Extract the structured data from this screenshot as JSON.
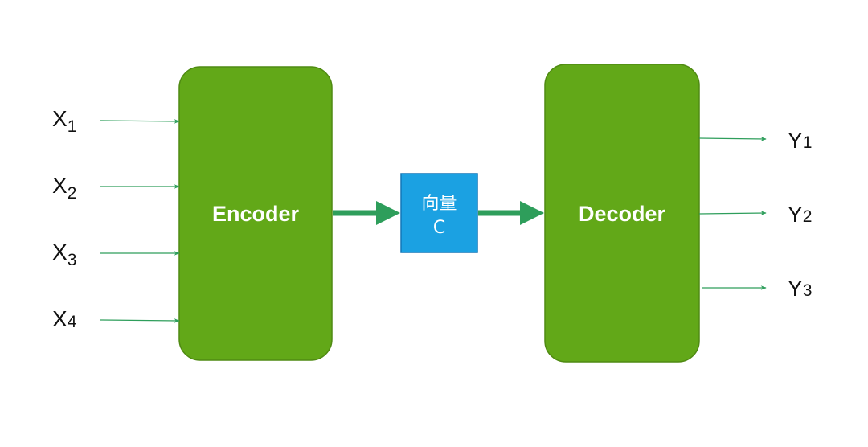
{
  "encoder": {
    "label": "Encoder"
  },
  "decoder": {
    "label": "Decoder"
  },
  "vector": {
    "line1": "向量",
    "line2": "C"
  },
  "inputs": [
    {
      "base": "X",
      "sub": "1"
    },
    {
      "base": "X",
      "sub": "2"
    },
    {
      "base": "X",
      "sub": "3"
    },
    {
      "base": "X",
      "sub": "4"
    }
  ],
  "outputs": [
    {
      "base": "Y",
      "sub": "1"
    },
    {
      "base": "Y",
      "sub": "2"
    },
    {
      "base": "Y",
      "sub": "3"
    }
  ],
  "colors": {
    "block_fill": "#62a818",
    "block_stroke": "#4f8a12",
    "vector_fill": "#1ba1e2",
    "vector_stroke": "#1177b8",
    "thin_arrow": "#2e9e5b",
    "thick_arrow": "#2e9e5b"
  }
}
